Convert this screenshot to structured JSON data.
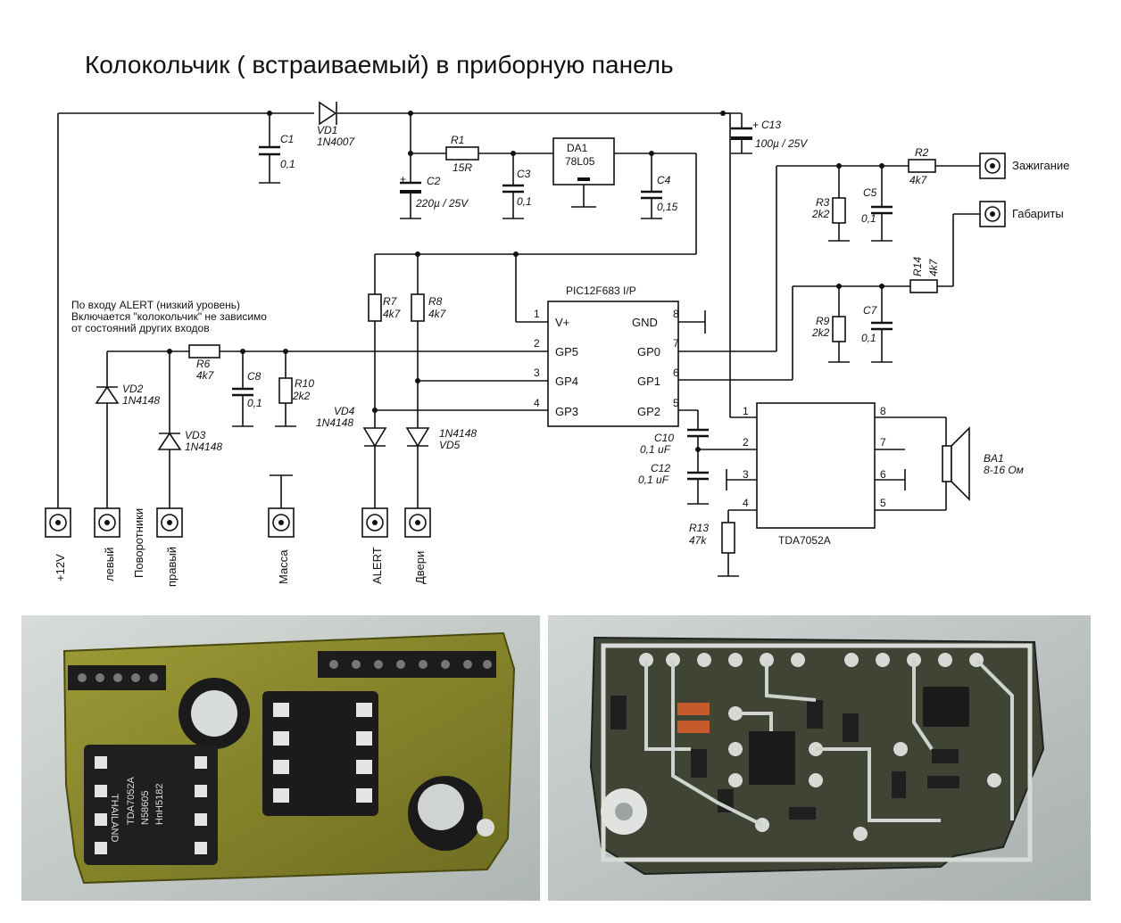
{
  "title": "Колокольчик ( встраиваемый) в приборную панель",
  "note": [
    "По входу ALERT (низкий уровень)",
    "Включается \"колокольчик\" не зависимо",
    "от состояний других входов"
  ],
  "components": {
    "vd1": {
      "ref": "VD1",
      "value": "1N4007"
    },
    "c1": {
      "ref": "C1",
      "value": "0,1"
    },
    "r1": {
      "ref": "R1",
      "value": "15R"
    },
    "c2": {
      "ref": "C2",
      "value": "220µ / 25V",
      "plus": "+"
    },
    "c3": {
      "ref": "C3",
      "value": "0,1"
    },
    "da1": {
      "ref": "DA1",
      "value": "78L05"
    },
    "c4": {
      "ref": "C4",
      "value": "0,15"
    },
    "c13": {
      "ref": "C13",
      "value": "100µ / 25V",
      "plus": "+"
    },
    "r2": {
      "ref": "R2",
      "value": "4k7"
    },
    "r3": {
      "ref": "R3",
      "value": "2k2"
    },
    "c5": {
      "ref": "C5",
      "value": "0,1"
    },
    "r14": {
      "ref": "R14",
      "value": "4k7"
    },
    "r9": {
      "ref": "R9",
      "value": "2k2"
    },
    "c7": {
      "ref": "C7",
      "value": "0,1"
    },
    "r7": {
      "ref": "R7",
      "value": "4k7"
    },
    "r8": {
      "ref": "R8",
      "value": "4k7"
    },
    "r6": {
      "ref": "R6",
      "value": "4k7"
    },
    "c8": {
      "ref": "C8",
      "value": "0,1"
    },
    "r10": {
      "ref": "R10",
      "value": "2k2"
    },
    "vd2": {
      "ref": "VD2",
      "value": "1N4148"
    },
    "vd3": {
      "ref": "VD3",
      "value": "1N4148"
    },
    "vd4": {
      "ref": "VD4",
      "value": "1N4148"
    },
    "vd5": {
      "ref": "VD5",
      "value": "1N4148"
    },
    "c10": {
      "ref": "C10",
      "value": "0,1 uF"
    },
    "c12": {
      "ref": "C12",
      "value": "0,1 uF"
    },
    "r13": {
      "ref": "R13",
      "value": "47k"
    },
    "ba1": {
      "ref": "BA1",
      "value": "8-16 Ом"
    }
  },
  "mcu": {
    "name": "PIC12F683 I/P",
    "pins": [
      {
        "num": "1",
        "label": "V+"
      },
      {
        "num": "2",
        "label": "GP5"
      },
      {
        "num": "3",
        "label": "GP4"
      },
      {
        "num": "4",
        "label": "GP3"
      },
      {
        "num": "8",
        "label": "GND"
      },
      {
        "num": "7",
        "label": "GP0"
      },
      {
        "num": "6",
        "label": "GP1"
      },
      {
        "num": "5",
        "label": "GP2"
      }
    ]
  },
  "amp": {
    "name": "TDA7052A",
    "pins": [
      "1",
      "2",
      "3",
      "4",
      "8",
      "7",
      "6",
      "5"
    ]
  },
  "connectors": {
    "plus12v": "+12V",
    "left": "левый",
    "turn_signals": "Поворотники",
    "right": "правый",
    "ground": "Масса",
    "alert": "ALERT",
    "doors": "Двери",
    "ignition": "Зажигание",
    "side_lights": "Габариты"
  },
  "photos": {
    "left_chip_text": [
      "TDA7052A",
      "N58605",
      "HnH5182",
      "THAILAND"
    ]
  },
  "colors": {
    "pcb_green": "#8a8a2a",
    "pcb_bg": "#c9cfcb",
    "solder_bg": "#bfc6c4"
  }
}
